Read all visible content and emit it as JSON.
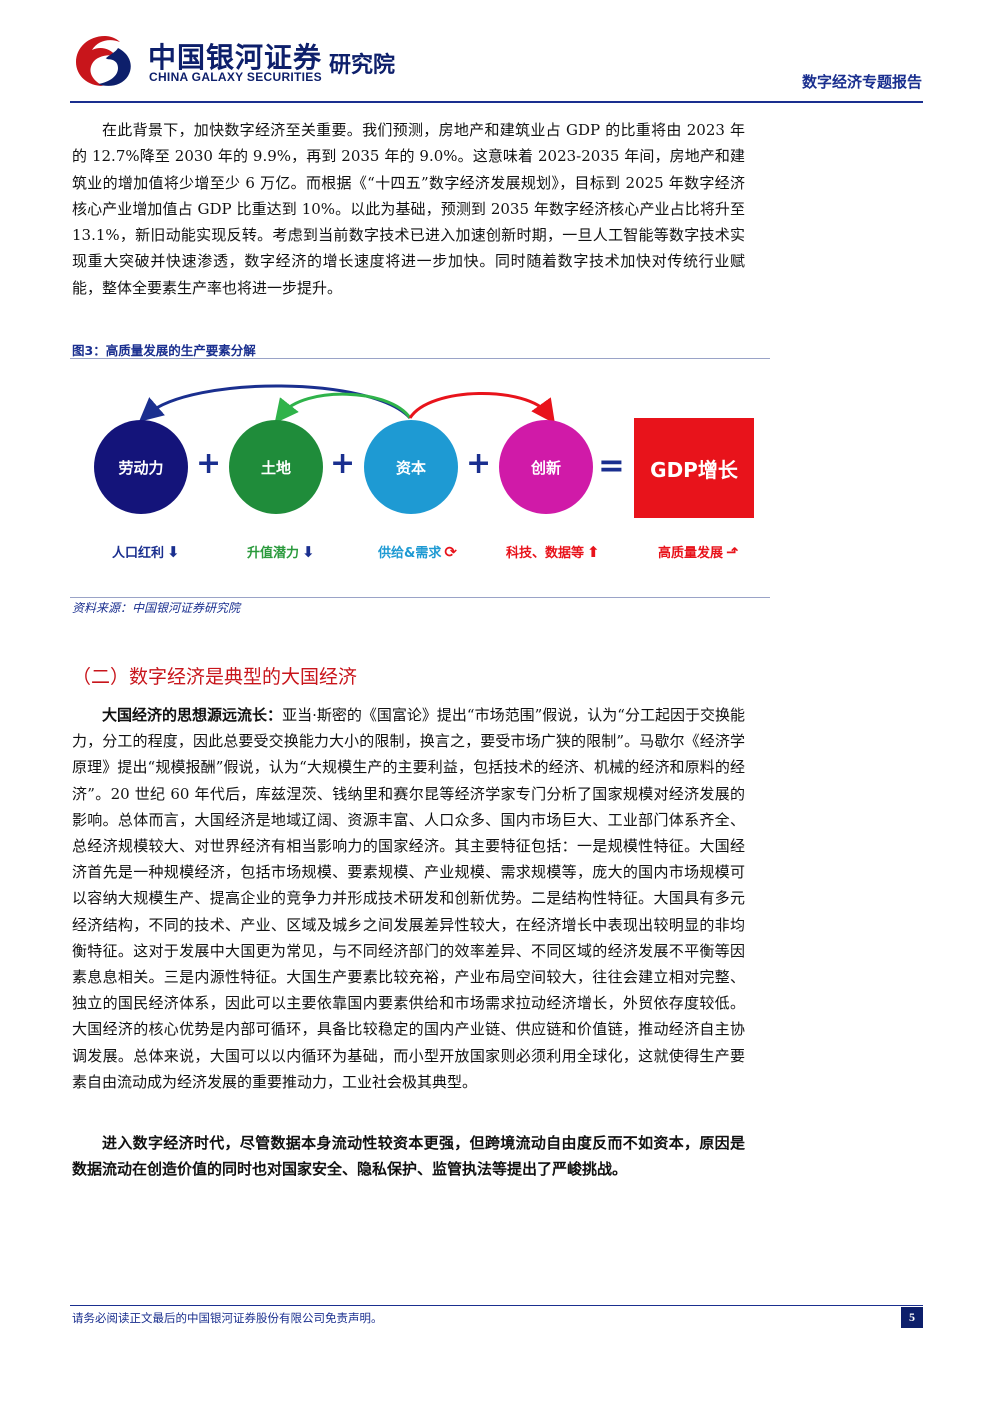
{
  "header": {
    "logo_cn": "中国银河证券",
    "logo_en": "CHINA GALAXY SECURITIES",
    "institute": "研究院",
    "report_title": "数字经济专题报告"
  },
  "paragraph1": "在此背景下，加快数字经济至关重要。我们预测，房地产和建筑业占 GDP 的比重将由 2023 年的 12.7%降至 2030 年的 9.9%，再到 2035 年的 9.0%。这意味着 2023-2035 年间，房地产和建筑业的增加值将少增至少 6 万亿。而根据《“十四五”数字经济发展规划》，目标到 2025 年数字经济核心产业增加值占 GDP 比重达到 10%。以此为基础，预测到 2035 年数字经济核心产业占比将升至 13.1%，新旧动能实现反转。考虑到当前数字技术已进入加速创新时期，一旦人工智能等数字技术实现重大突破并快速渗透，数字经济的增长速度将进一步加快。同时随着数字技术加快对传统行业赋能，整体全要素生产率也将进一步提升。",
  "figure": {
    "caption": "图3：高质量发展的生产要素分解",
    "source": "资料来源：中国银河证券研究院",
    "factors": [
      {
        "name": "劳动力",
        "label": "人口红利",
        "trend": "down",
        "color": "#14147a"
      },
      {
        "name": "土地",
        "label": "升值潜力",
        "trend": "down",
        "color": "#1f8c3a"
      },
      {
        "name": "资本",
        "label": "供给&需求",
        "trend": "cycle",
        "color": "#1e9ad3"
      },
      {
        "name": "创新",
        "label": "科技、数据等",
        "trend": "up",
        "color": "#d01aa8"
      }
    ],
    "result": {
      "name": "GDP增长",
      "label": "高质量发展",
      "color": "#e8131b"
    },
    "label_colors": {
      "down": "#1a2f8f",
      "green": "#2a9a3c",
      "blue": "#1e9ad3",
      "red": "#e8131b"
    }
  },
  "section": {
    "title": "（二）数字经济是典型的大国经济",
    "p2_lead": "大国经济的思想源远流长：",
    "p2_body": "亚当·斯密的《国富论》提出“市场范围”假说，认为“分工起因于交换能力，分工的程度，因此总要受交换能力大小的限制，换言之，要受市场广狭的限制”。马歇尔《经济学原理》提出“规模报酬”假说，认为“大规模生产的主要利益，包括技术的经济、机械的经济和原料的经济”。20 世纪 60 年代后，库兹涅茨、钱纳里和赛尔昆等经济学家专门分析了国家规模对经济发展的影响。总体而言，大国经济是地域辽阔、资源丰富、人口众多、国内市场巨大、工业部门体系齐全、总经济规模较大、对世界经济有相当影响力的国家经济。其主要特征包括：一是规模性特征。大国经济首先是一种规模经济，包括市场规模、要素规模、产业规模、需求规模等，庞大的国内市场规模可以容纳大规模生产、提高企业的竞争力并形成技术研发和创新优势。二是结构性特征。大国具有多元经济结构，不同的技术、产业、区域及城乡之间发展差异性较大，在经济增长中表现出较明显的非均衡特征。这对于发展中大国更为常见，与不同经济部门的效率差异、不同区域的经济发展不平衡等因素息息相关。三是内源性特征。大国生产要素比较充裕，产业布局空间较大，往往会建立相对完整、独立的国民经济体系，因此可以主要依靠国内要素供给和市场需求拉动经济增长，外贸依存度较低。大国经济的核心优势是内部可循环，具备比较稳定的国内产业链、供应链和价值链，推动经济自主协调发展。总体来说，大国可以以内循环为基础，而小型开放国家则必须利用全球化，这就使得生产要素自由流动成为经济发展的重要推动力，工业社会极其典型。",
    "p3": "进入数字经济时代，尽管数据本身流动性较资本更强，但跨境流动自由度反而不如资本，原因是数据流动在创造价值的同时也对国家安全、隐私保护、监管执法等提出了严峻挑战。"
  },
  "footer": {
    "disclaimer": "请务必阅读正文最后的中国银河证券股份有限公司免责声明。",
    "page": "5"
  }
}
